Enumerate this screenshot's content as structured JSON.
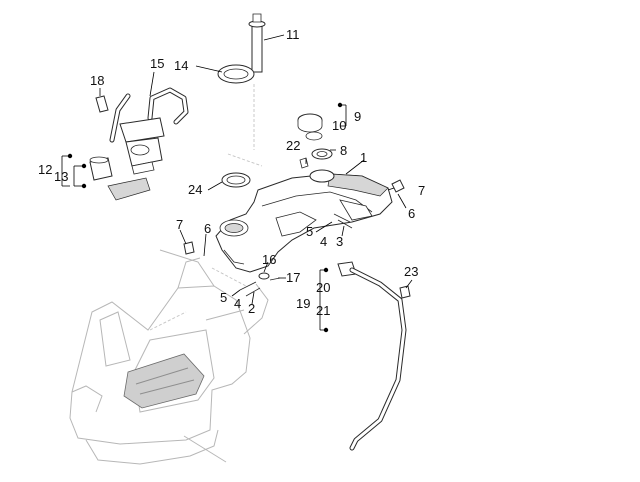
{
  "callouts": {
    "n1": "1",
    "n2": "2",
    "n3": "3",
    "n4a": "4",
    "n4b": "4",
    "n5a": "5",
    "n5b": "5",
    "n6a": "6",
    "n6b": "6",
    "n7a": "7",
    "n7b": "7",
    "n8": "8",
    "n9": "9",
    "n10": "10",
    "n11": "11",
    "n12": "12",
    "n13": "13",
    "n14": "14",
    "n15": "15",
    "n16": "16",
    "n17": "17",
    "n18": "18",
    "n19": "19",
    "n20": "20",
    "n21": "21",
    "n22": "22",
    "n23": "23",
    "n24": "24"
  }
}
